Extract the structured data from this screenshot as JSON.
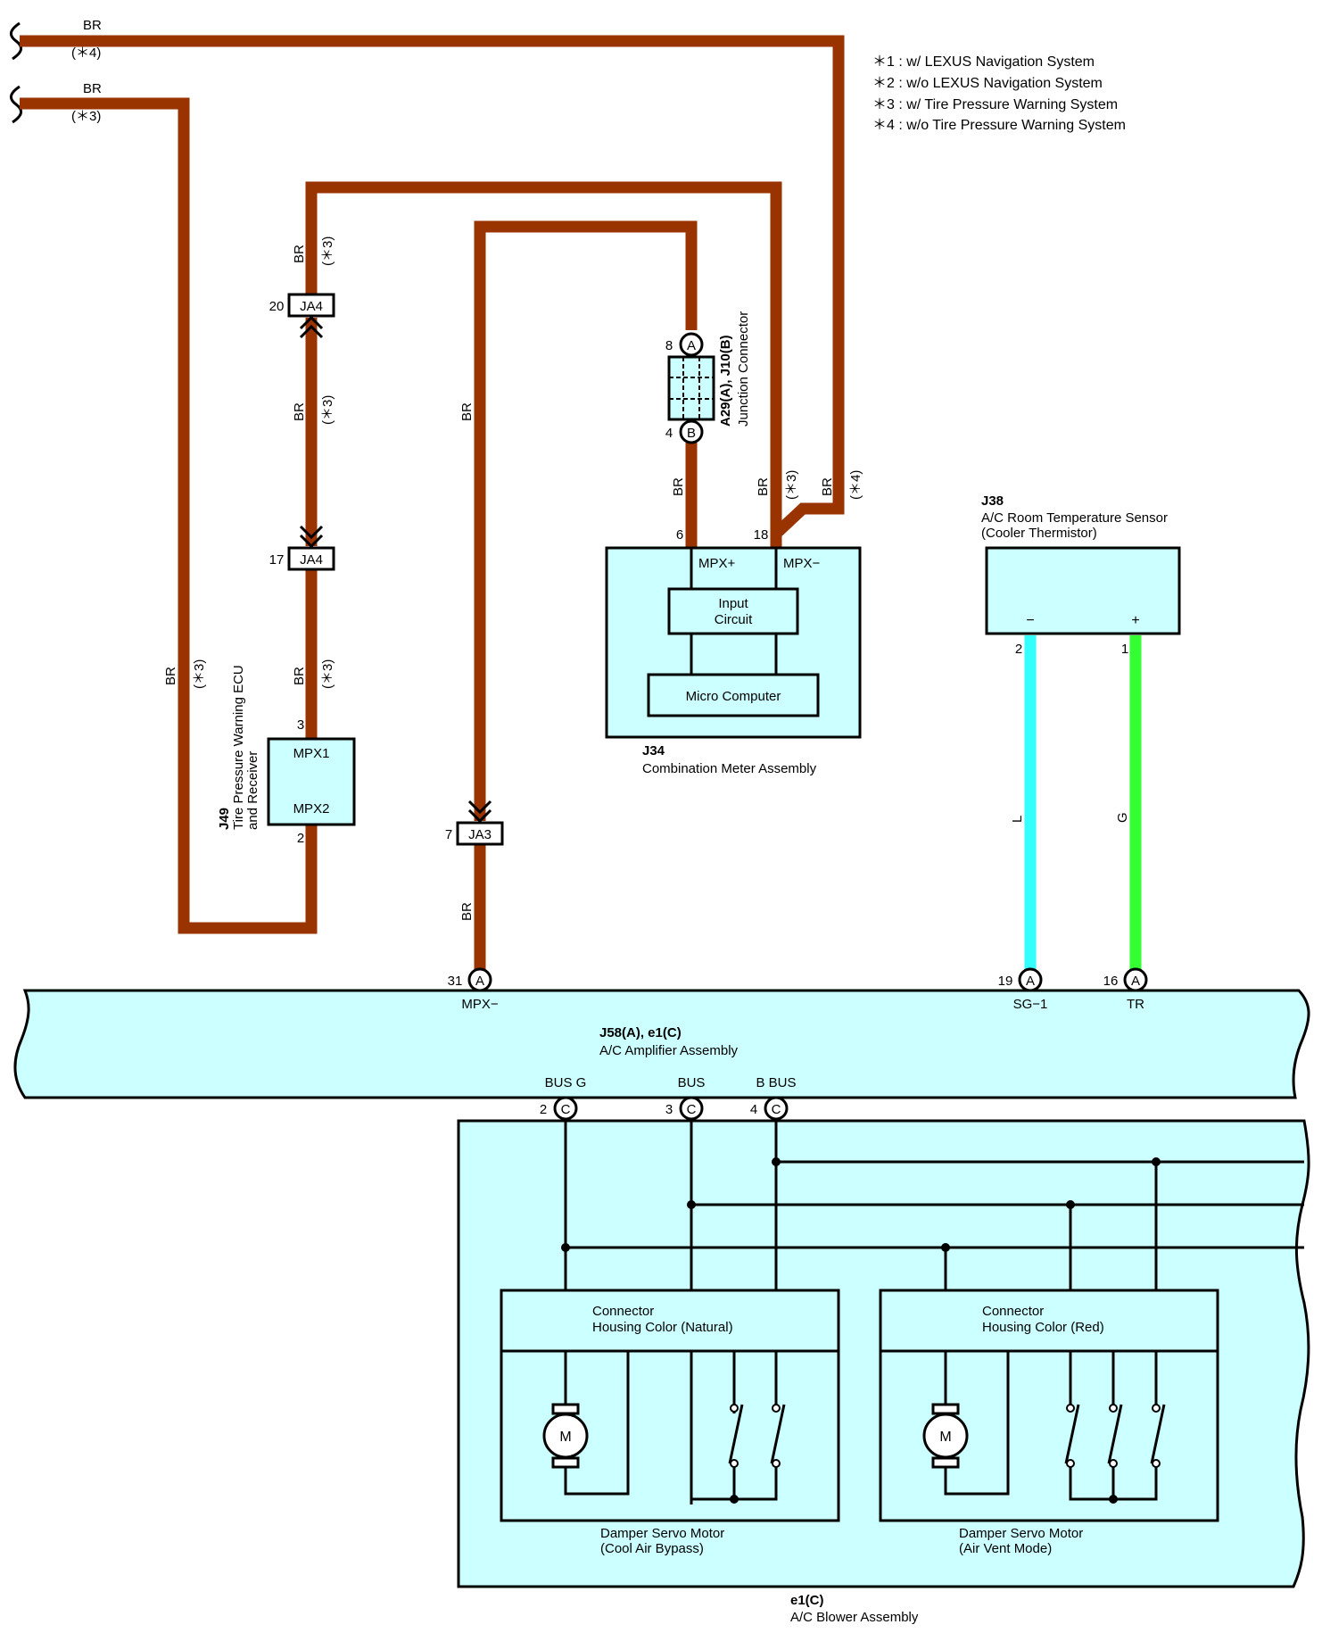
{
  "colors": {
    "wire_br": "#993300",
    "wire_l": "#33ffff",
    "wire_g": "#33ff33",
    "box_fill": "#ccffff",
    "line": "#000000"
  },
  "notes": [
    "＊1 : w/ LEXUS Navigation System",
    "＊2 : w/o LEXUS Navigation System",
    "＊3 : w/ Tire Pressure Warning System",
    "＊4 : w/o Tire Pressure Warning System"
  ],
  "wires": {
    "br": "BR",
    "l": "L",
    "g": "G",
    "tag3": "(＊3)",
    "tag4": "(＊4)"
  },
  "ja4": {
    "name": "JA4",
    "pin_top": "20",
    "pin_bottom": "17"
  },
  "ja3": {
    "name": "JA3",
    "pin": "7"
  },
  "j49": {
    "code": "J49",
    "label1": "Tire Pressure Warning ECU",
    "label2": "and Receiver",
    "mpx1": "MPX1",
    "mpx2": "MPX2",
    "pin_top": "3",
    "pin_bottom": "2"
  },
  "junction": {
    "code": "A29(A), J10(B)",
    "label": "Junction Connector",
    "pin_a": "8",
    "letter_a": "A",
    "pin_b": "4",
    "letter_b": "B"
  },
  "j34": {
    "code": "J34",
    "label": "Combination Meter Assembly",
    "mpx_plus": "MPX+",
    "mpx_minus": "MPX−",
    "input_circuit_1": "Input",
    "input_circuit_2": "Circuit",
    "micro": "Micro Computer",
    "pin_6": "6",
    "pin_18": "18"
  },
  "j38": {
    "code": "J38",
    "label1": "A/C Room Temperature Sensor",
    "label2": "(Cooler Thermistor)",
    "minus": "−",
    "plus": "+",
    "pin_2": "2",
    "pin_1": "1"
  },
  "amp": {
    "code": "J58(A), e1(C)",
    "label": "A/C Amplifier Assembly",
    "pins": [
      {
        "num": "31",
        "letter": "A",
        "name": "MPX−"
      },
      {
        "num": "19",
        "letter": "A",
        "name": "SG−1"
      },
      {
        "num": "16",
        "letter": "A",
        "name": "TR"
      },
      {
        "num": "2",
        "letter": "C",
        "name": "BUS G"
      },
      {
        "num": "3",
        "letter": "C",
        "name": "BUS"
      },
      {
        "num": "4",
        "letter": "C",
        "name": "B BUS"
      }
    ]
  },
  "blower": {
    "code": "e1(C)",
    "label": "A/C Blower Assembly",
    "motor_letter": "M",
    "left": {
      "conn1": "Connector",
      "conn2": "Housing Color (Natural)",
      "name1": "Damper Servo Motor",
      "name2": "(Cool Air Bypass)"
    },
    "right": {
      "conn1": "Connector",
      "conn2": "Housing Color (Red)",
      "name1": "Damper Servo Motor",
      "name2": "(Air Vent Mode)"
    }
  }
}
